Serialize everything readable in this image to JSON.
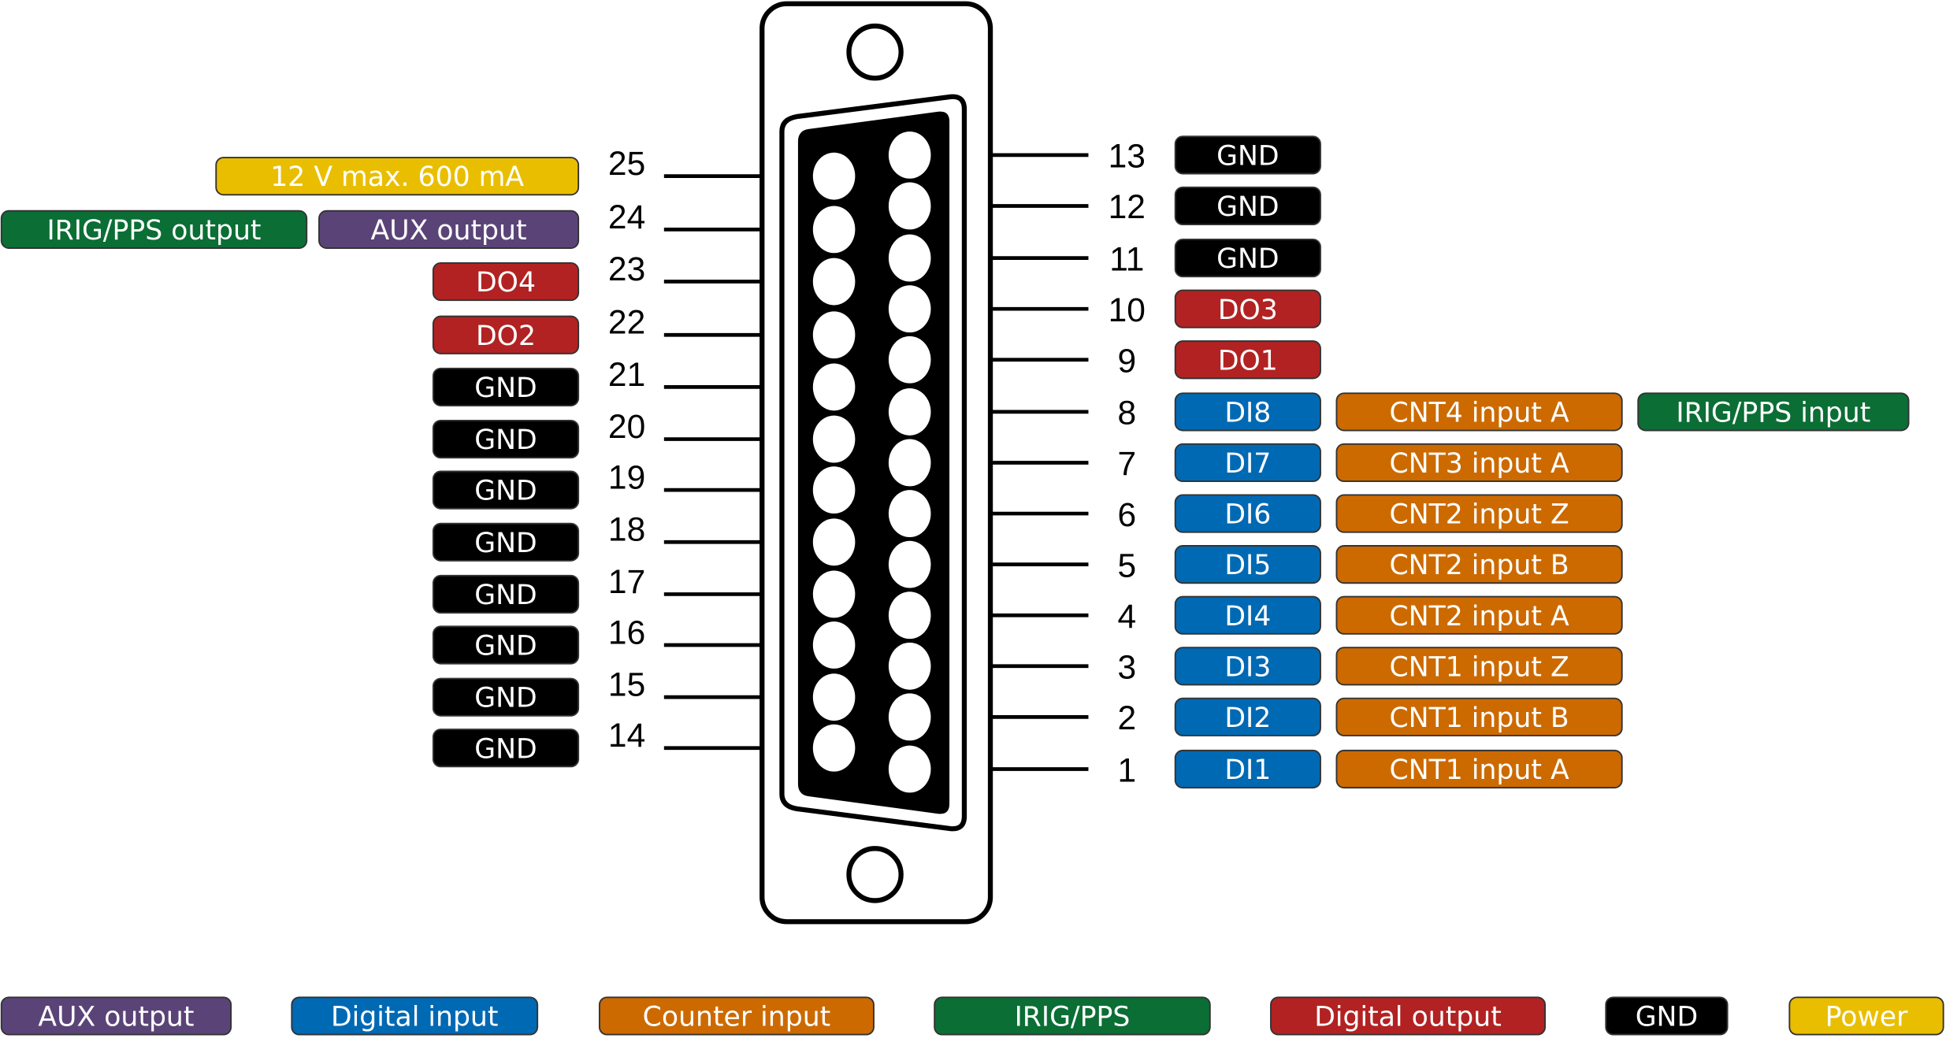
{
  "colors": {
    "aux": "#5A4477",
    "di": "#0069B4",
    "cnt": "#CC6A00",
    "irig": "#0B6E35",
    "do": "#B22222",
    "gnd": "#000000",
    "power": "#E9BE00"
  },
  "left_pins": [
    {
      "number": "25",
      "labels": [
        {
          "text": "12 V max. 600 mA",
          "type": "power"
        }
      ]
    },
    {
      "number": "24",
      "labels": [
        {
          "text": "AUX output",
          "type": "aux"
        },
        {
          "text": "IRIG/PPS output",
          "type": "irig"
        }
      ]
    },
    {
      "number": "23",
      "labels": [
        {
          "text": "DO4",
          "type": "do"
        }
      ]
    },
    {
      "number": "22",
      "labels": [
        {
          "text": "DO2",
          "type": "do"
        }
      ]
    },
    {
      "number": "21",
      "labels": [
        {
          "text": "GND",
          "type": "gnd"
        }
      ]
    },
    {
      "number": "20",
      "labels": [
        {
          "text": "GND",
          "type": "gnd"
        }
      ]
    },
    {
      "number": "19",
      "labels": [
        {
          "text": "GND",
          "type": "gnd"
        }
      ]
    },
    {
      "number": "18",
      "labels": [
        {
          "text": "GND",
          "type": "gnd"
        }
      ]
    },
    {
      "number": "17",
      "labels": [
        {
          "text": "GND",
          "type": "gnd"
        }
      ]
    },
    {
      "number": "16",
      "labels": [
        {
          "text": "GND",
          "type": "gnd"
        }
      ]
    },
    {
      "number": "15",
      "labels": [
        {
          "text": "GND",
          "type": "gnd"
        }
      ]
    },
    {
      "number": "14",
      "labels": [
        {
          "text": "GND",
          "type": "gnd"
        }
      ]
    }
  ],
  "right_pins": [
    {
      "number": "13",
      "labels": [
        {
          "text": "GND",
          "type": "gnd"
        }
      ]
    },
    {
      "number": "12",
      "labels": [
        {
          "text": "GND",
          "type": "gnd"
        }
      ]
    },
    {
      "number": "11",
      "labels": [
        {
          "text": "GND",
          "type": "gnd"
        }
      ]
    },
    {
      "number": "10",
      "labels": [
        {
          "text": "DO3",
          "type": "do"
        }
      ]
    },
    {
      "number": "9",
      "labels": [
        {
          "text": "DO1",
          "type": "do"
        }
      ]
    },
    {
      "number": "8",
      "labels": [
        {
          "text": "DI8",
          "type": "di"
        },
        {
          "text": "CNT4 input A",
          "type": "cnt"
        },
        {
          "text": "IRIG/PPS input",
          "type": "irig"
        }
      ]
    },
    {
      "number": "7",
      "labels": [
        {
          "text": "DI7",
          "type": "di"
        },
        {
          "text": "CNT3 input A",
          "type": "cnt"
        }
      ]
    },
    {
      "number": "6",
      "labels": [
        {
          "text": "DI6",
          "type": "di"
        },
        {
          "text": "CNT2 input Z",
          "type": "cnt"
        }
      ]
    },
    {
      "number": "5",
      "labels": [
        {
          "text": "DI5",
          "type": "di"
        },
        {
          "text": "CNT2 input B",
          "type": "cnt"
        }
      ]
    },
    {
      "number": "4",
      "labels": [
        {
          "text": "DI4",
          "type": "di"
        },
        {
          "text": "CNT2 input A",
          "type": "cnt"
        }
      ]
    },
    {
      "number": "3",
      "labels": [
        {
          "text": "DI3",
          "type": "di"
        },
        {
          "text": "CNT1 input Z",
          "type": "cnt"
        }
      ]
    },
    {
      "number": "2",
      "labels": [
        {
          "text": "DI2",
          "type": "di"
        },
        {
          "text": "CNT1 input B",
          "type": "cnt"
        }
      ]
    },
    {
      "number": "1",
      "labels": [
        {
          "text": "DI1",
          "type": "di"
        },
        {
          "text": "CNT1 input A",
          "type": "cnt"
        }
      ]
    }
  ],
  "legend": [
    {
      "text": "AUX output",
      "type": "aux"
    },
    {
      "text": "Digital input",
      "type": "di"
    },
    {
      "text": "Counter input",
      "type": "cnt"
    },
    {
      "text": "IRIG/PPS",
      "type": "irig"
    },
    {
      "text": "Digital output",
      "type": "do"
    },
    {
      "text": "GND",
      "type": "gnd"
    },
    {
      "text": "Power",
      "type": "power"
    }
  ]
}
